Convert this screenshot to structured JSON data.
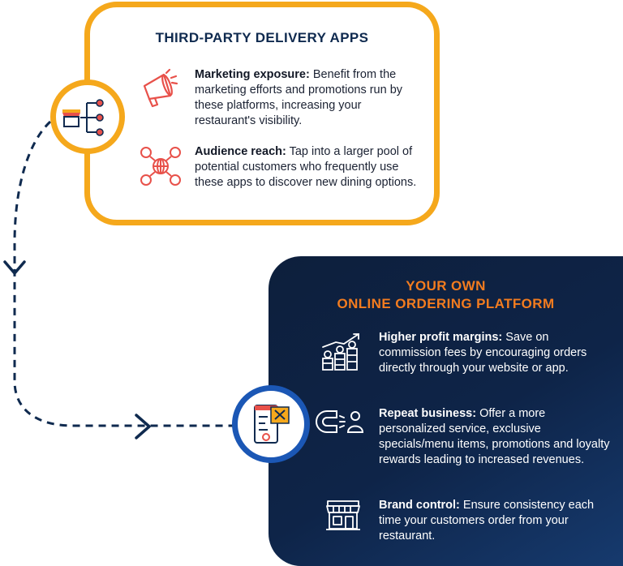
{
  "top_card": {
    "title": "THIRD-PARTY DELIVERY APPS",
    "items": [
      {
        "icon": "megaphone-icon",
        "heading": "Marketing exposure:",
        "text": " Benefit from the marketing efforts and promotions run by these platforms, increasing your restaurant's visibility."
      },
      {
        "icon": "audience-network-icon",
        "heading": "Audience reach:",
        "text": " Tap into a larger pool of potential customers who frequently use these apps to discover new dining options."
      }
    ]
  },
  "bottom_card": {
    "title_line1": "YOUR OWN",
    "title_line2": "ONLINE ORDERING PLATFORM",
    "items": [
      {
        "icon": "profit-coins-icon",
        "heading": "Higher profit margins:",
        "text": " Save on commission fees by encouraging orders directly through your website or app."
      },
      {
        "icon": "magnet-customer-icon",
        "heading": "Repeat business:",
        "text": " Offer a more personalized service, exclusive specials/menu items, promotions and loyalty rewards leading to increased revenues."
      },
      {
        "icon": "storefront-icon",
        "heading": "Brand control:",
        "text": " Ensure consistency each time your customers order from your restaurant."
      }
    ]
  },
  "colors": {
    "orange_border": "#f5a81c",
    "title_navy": "#0f2a4f",
    "accent_orange": "#f37c1f",
    "icon_red": "#e8514a",
    "card_dark": "#0e2448",
    "badge_blue": "#1b57b5"
  }
}
